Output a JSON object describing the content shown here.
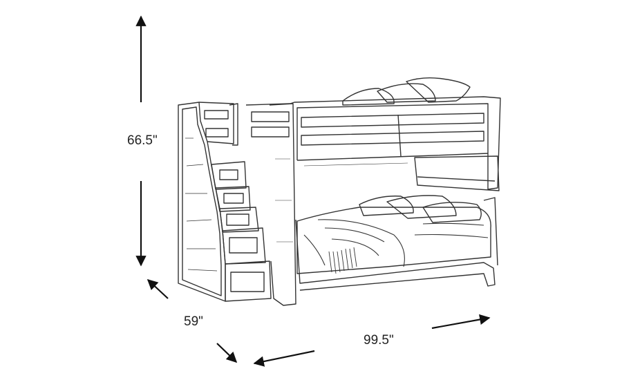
{
  "dimensions": {
    "height": "66.5\"",
    "depth": "59\"",
    "width": "99.5\""
  },
  "colors": {
    "line": "#333333",
    "arrow": "#111111",
    "background": "#ffffff"
  }
}
